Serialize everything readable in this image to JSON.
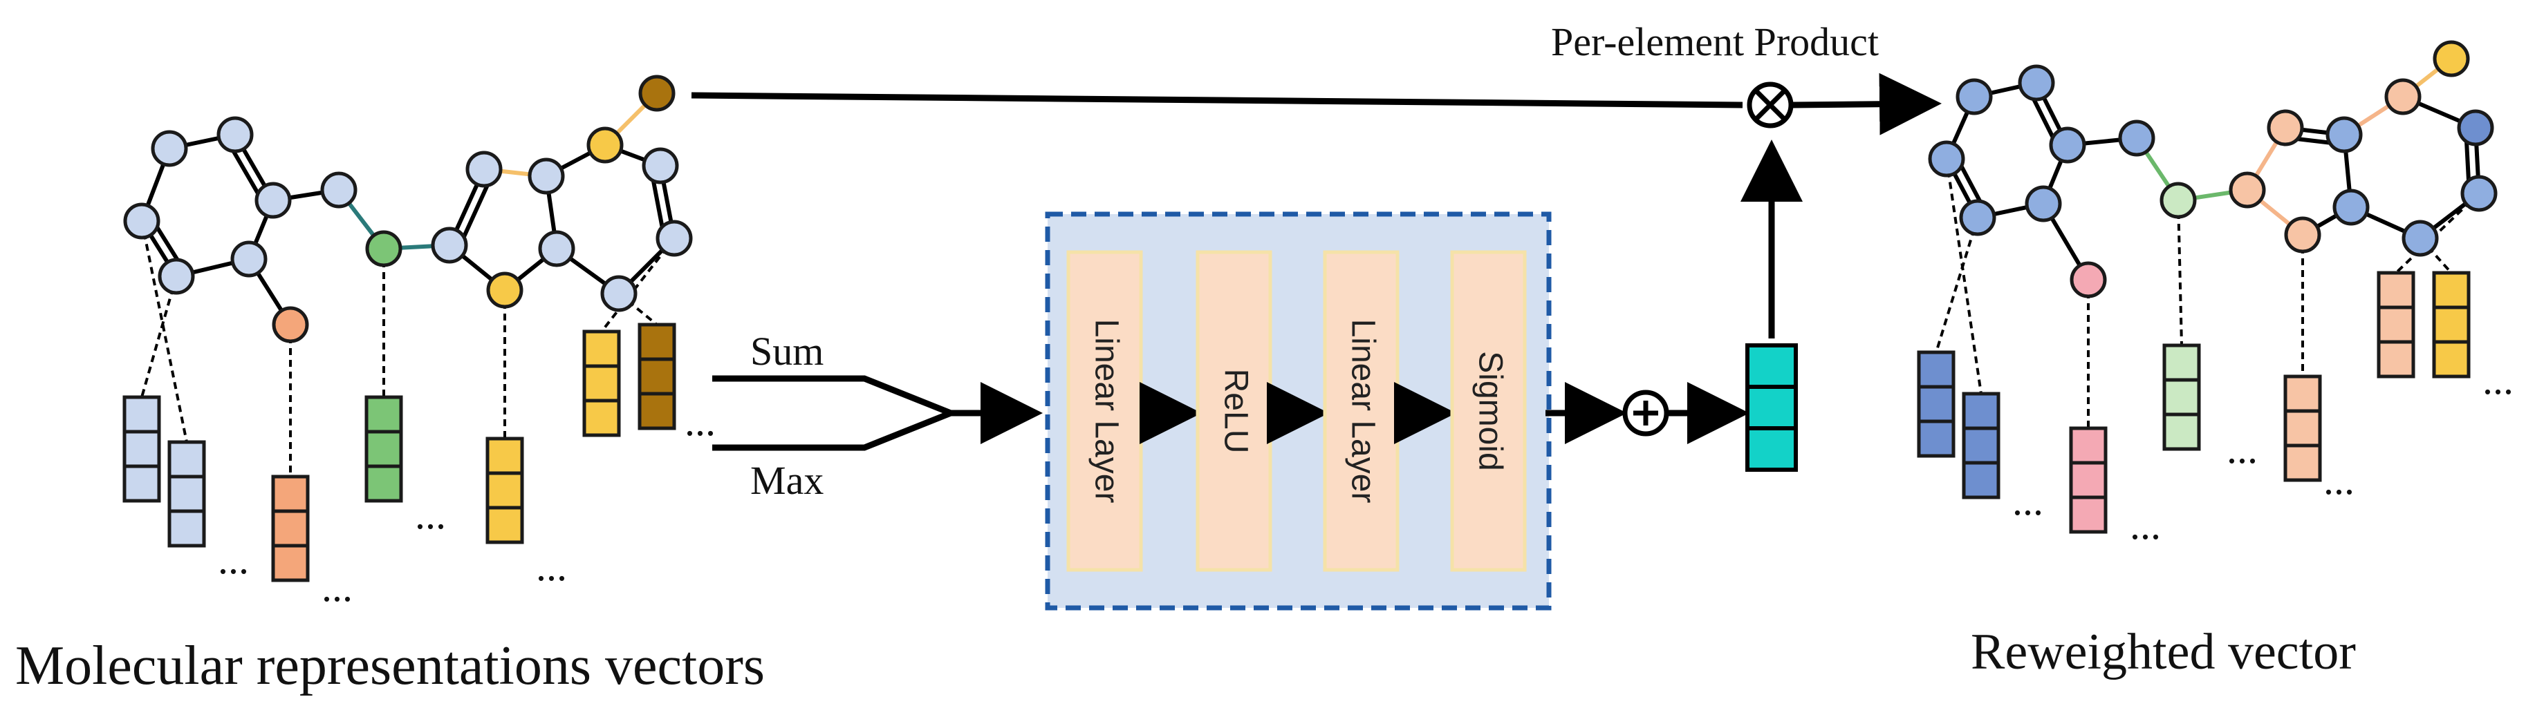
{
  "labels": {
    "left_caption": "Molecular representations vectors",
    "right_caption": "Reweighted vector",
    "product_label": "Per-element Product",
    "sum_label": "Sum",
    "max_label": "Max",
    "ellipsis": "..."
  },
  "layers": [
    {
      "name": "Linear Layer"
    },
    {
      "name": "ReLU"
    },
    {
      "name": "Linear Layer"
    },
    {
      "name": "Sigmoid"
    }
  ],
  "symbols": {
    "multiply": "⊗",
    "add": "⊕"
  },
  "colors": {
    "atom_blue_light": "#c9d7ee",
    "atom_blue": "#8faee0",
    "atom_green": "#7cc576",
    "atom_orange": "#f4a67a",
    "atom_yellow": "#f7c948",
    "atom_brown": "#a9730e",
    "atom_peach": "#f7c4a5",
    "atom_pink": "#f4a9b4",
    "atom_lightgreen": "#cbe9c3",
    "atom_steel": "#6e8fcf",
    "vector_cyan": "#13d2c8",
    "module_bg": "#d4e0f1",
    "module_border": "#1f5aa6",
    "layer_fill": "#fbdcc5",
    "layer_border": "#f5e2a8"
  }
}
